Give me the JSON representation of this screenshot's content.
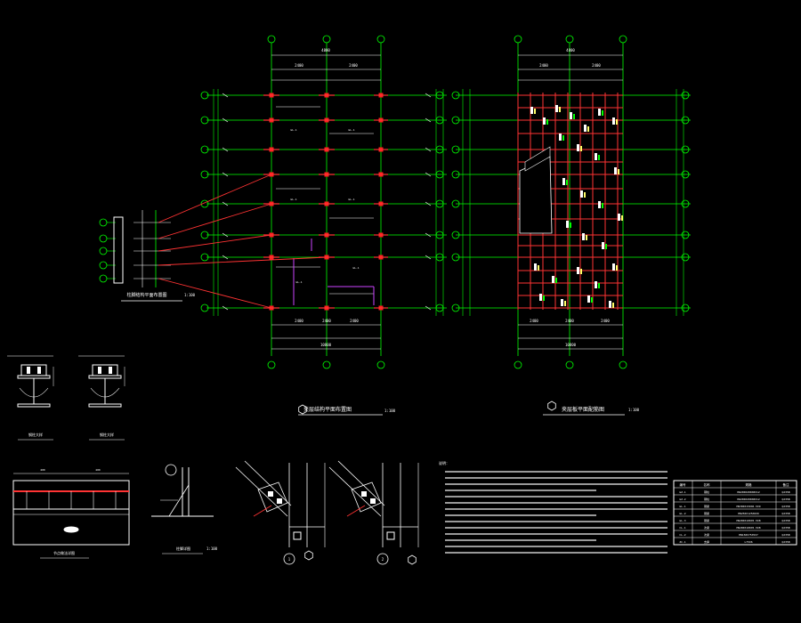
{
  "colors": {
    "background": "#000000",
    "grid": "#00ff00",
    "beam": "#ff3333",
    "column": "#ff2020",
    "text": "#ffffff",
    "dim": "#ffffff",
    "purple": "#cc44ff",
    "yellow": "#ffff66"
  },
  "plan_left": {
    "title": "夹层结构平面布置图",
    "scale": "1:100",
    "dims_top": [
      "2400",
      "2400"
    ],
    "dim_top_total": "4800",
    "dims_bottom": [
      "2400",
      "2400",
      "2400"
    ],
    "dim_bottom_total": "10800"
  },
  "plan_right": {
    "title": "夹层板平面配筋图",
    "scale": "1:100",
    "dims_top": [
      "2400",
      "2400"
    ],
    "dim_top_total": "4800",
    "dims_bottom": [
      "2400",
      "2400",
      "2400"
    ],
    "dim_bottom_total": "10800"
  },
  "elevation": {
    "title": "柱脚结构平面布置图",
    "scale": "1:100"
  },
  "details": {
    "d1": "钢柱大样",
    "d2": "钢柱大样",
    "d3": "节点做法详图",
    "d4": "柱脚详图",
    "d4_scale": "1:100",
    "d5_tag": "1",
    "d6_tag": "2",
    "notes_title": "说明：",
    "detail_dim_1": "400",
    "detail_dim_2": "400"
  },
  "table": {
    "headers": [
      "编号",
      "名称",
      "规格",
      "备注"
    ],
    "rows": [
      [
        "GZ-1",
        "钢柱",
        "HW200X200X8X12",
        "Q235B"
      ],
      [
        "GZ-2",
        "钢柱",
        "HW200X200X8X12",
        "Q235B"
      ],
      [
        "GL-1",
        "钢梁",
        "HN300X150X6.5X9",
        "Q235B"
      ],
      [
        "GL-2",
        "钢梁",
        "HN250X125X6X9",
        "Q235B"
      ],
      [
        "GL-3",
        "钢梁",
        "HN200X100X5.5X8",
        "Q235B"
      ],
      [
        "CL-1",
        "次梁",
        "HN200X100X5.5X8",
        "Q235B"
      ],
      [
        "CL-2",
        "次梁",
        "HN150X75X5X7",
        "Q235B"
      ],
      [
        "ZC-1",
        "支撑",
        "L75X6",
        "Q235B"
      ]
    ]
  }
}
